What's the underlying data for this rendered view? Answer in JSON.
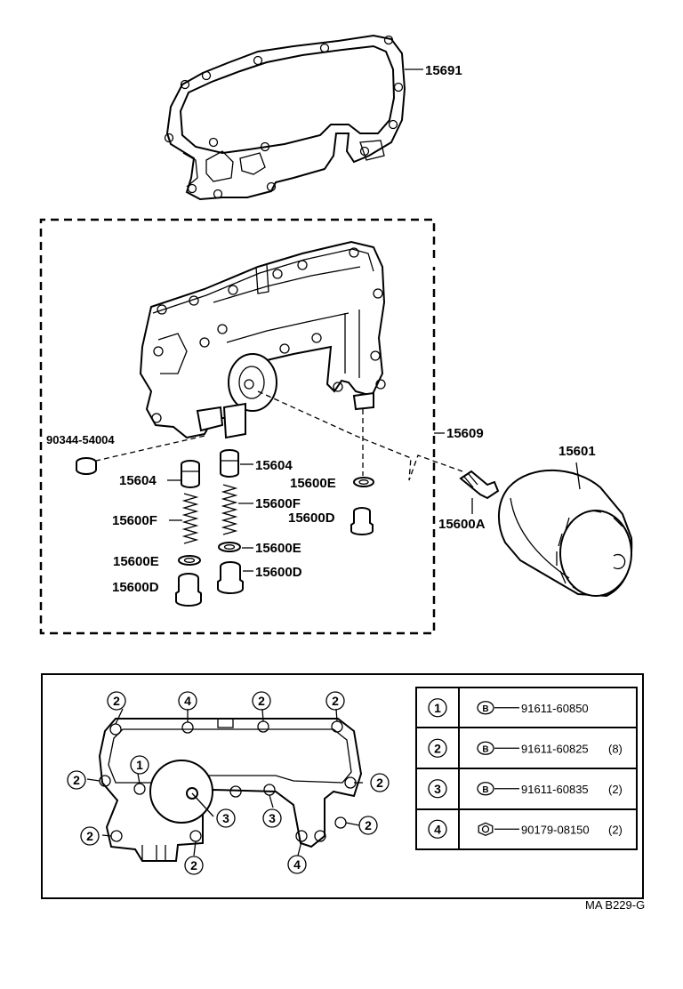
{
  "labels": {
    "gasket": "15691",
    "cooler_cover_assy": "15609",
    "oil_filter": "15601",
    "union_bolt": "15600A",
    "plug_left": "90344-54004",
    "valve_left": "15604",
    "valve_right": "15604",
    "spring_left": "15600F",
    "spring_right": "15600F",
    "gasket_e_upper": "15600E",
    "gasket_e_right": "15600E",
    "gasket_e_left": "15600E",
    "plug_d_upper": "15600D",
    "plug_d_right": "15600D",
    "plug_d_left": "15600D"
  },
  "callouts": {
    "c1": "1",
    "c2": "2",
    "c3": "3",
    "c4": "4"
  },
  "table": {
    "rows": [
      {
        "num": "1",
        "part": "91611-60850",
        "qty": "",
        "icon": "bolt-b-icon"
      },
      {
        "num": "2",
        "part": "91611-60825",
        "qty": "(8)",
        "icon": "bolt-b-icon"
      },
      {
        "num": "3",
        "part": "91611-60835",
        "qty": "(2)",
        "icon": "bolt-b-icon"
      },
      {
        "num": "4",
        "part": "90179-08150",
        "qty": "(2)",
        "icon": "nut-icon"
      }
    ],
    "bolt_letter": "B"
  },
  "footer_code": "MA  B229-G"
}
